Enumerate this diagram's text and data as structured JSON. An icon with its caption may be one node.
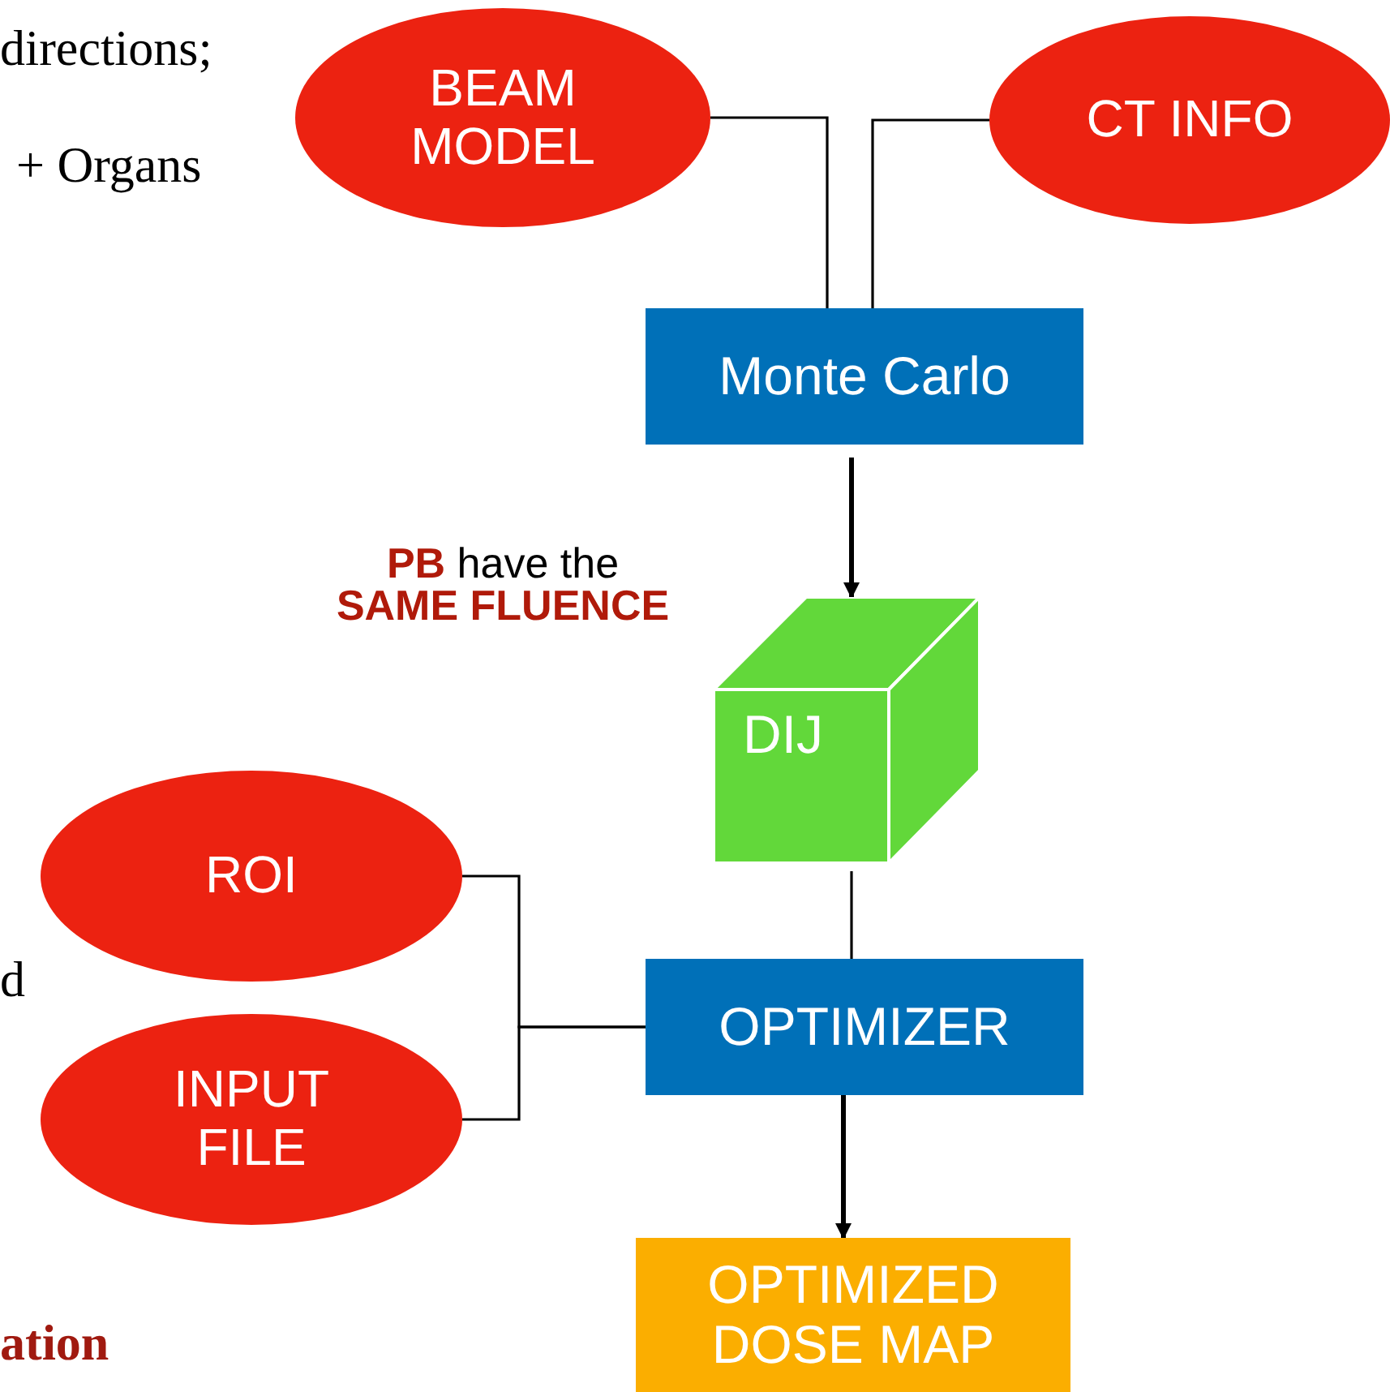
{
  "diagram": {
    "nodes": [
      {
        "text": [
          "BEAM MODEL"
        ]
      },
      {
        "text": [
          "CT INFO"
        ]
      },
      {
        "text": [
          "Monte Carlo"
        ]
      },
      {
        "text": [
          "DIJ"
        ]
      },
      {
        "text": [
          "ROI"
        ]
      },
      {
        "text": [
          "INPUT FILE"
        ]
      },
      {
        "text": [
          "OPTIMIZER"
        ]
      },
      {
        "text": [
          "OPTIMIZED DOSE MAP"
        ]
      }
    ],
    "edges": [
      {
        "from": 0,
        "to": 2,
        "arrow": "none"
      },
      {
        "from": 1,
        "to": 2,
        "arrow": "none"
      },
      {
        "from": 2,
        "to": 3,
        "arrow": "to"
      },
      {
        "from": 3,
        "to": 6,
        "arrow": "none"
      },
      {
        "from": 4,
        "to": 6,
        "arrow": "none"
      },
      {
        "from": 5,
        "to": 6,
        "arrow": "none"
      },
      {
        "from": 6,
        "to": 7,
        "arrow": "to"
      }
    ],
    "labels": [
      "directions;",
      "+ Organs",
      "**PB** have the **SAME FLUENCE**",
      "d",
      "ation"
    ]
  }
}
